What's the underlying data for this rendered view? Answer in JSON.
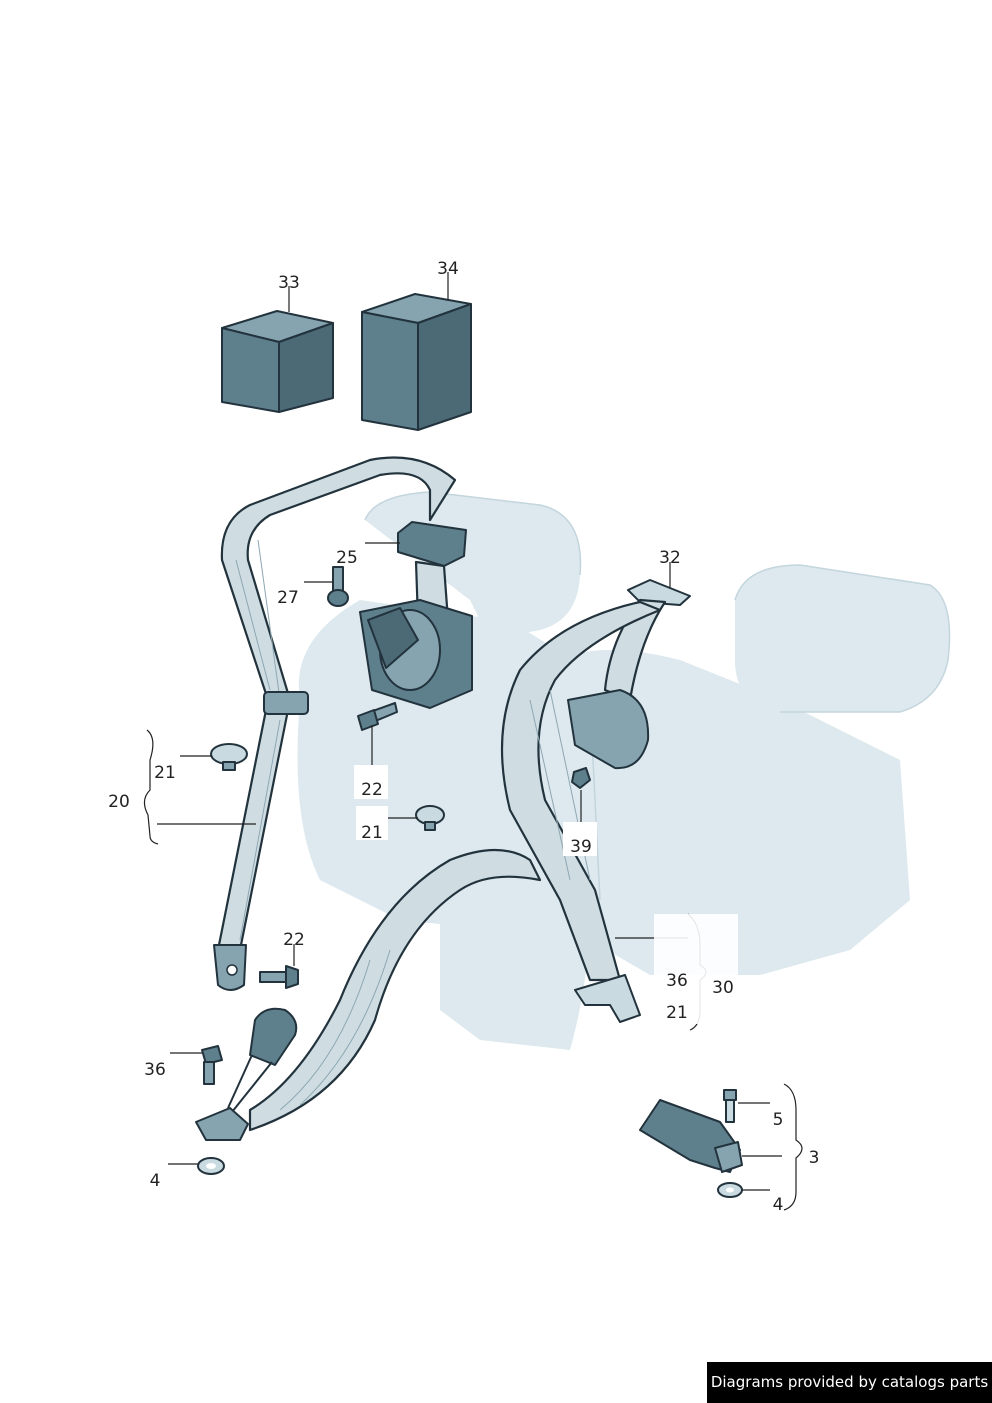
{
  "credit": "Diagrams provided by catalogs parts",
  "callouts": {
    "c33": "33",
    "c34": "34",
    "c25": "25",
    "c27": "27",
    "c32": "32",
    "c21a": "21",
    "c20": "20",
    "c22a": "22",
    "c21b": "21",
    "c39": "39",
    "c22b": "22",
    "c36a": "36",
    "c30": "30",
    "c21c": "21",
    "c36b": "36",
    "c4a": "4",
    "c5": "5",
    "c3": "3",
    "c4b": "4"
  },
  "colors": {
    "part_dark": "#5e7f8c",
    "part_mid": "#86a4b0",
    "part_light": "#c9dae1",
    "seat": "#dde9ee",
    "outline": "#22333d"
  }
}
